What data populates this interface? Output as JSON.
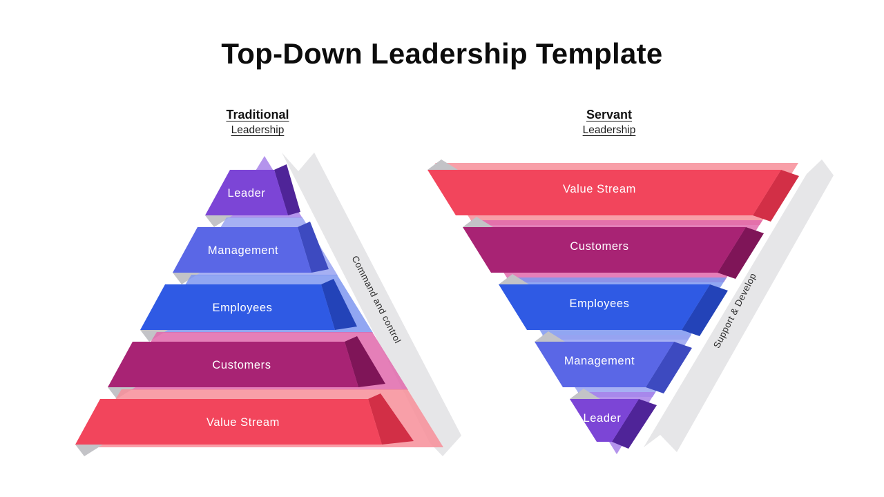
{
  "title": "Top-Down Leadership Template",
  "palette": {
    "background": "#ffffff",
    "title_color": "#0c0c0c",
    "heading_color": "#141414",
    "band_text_color": "#ffffff",
    "ribbon_fill": "#e6e6e8",
    "ribbon_text_color": "#2e2e2e",
    "fold_fill": "#c3c3c7"
  },
  "left_diagram": {
    "heading": "Traditional",
    "subheading": "Leadership",
    "ribbon_label": "Command and control",
    "levels": [
      {
        "label": "Leader",
        "color": "#7c45d6",
        "color_dark": "#4f2498",
        "color_light": "#a781e9"
      },
      {
        "label": "Management",
        "color": "#5a67e6",
        "color_dark": "#3d4ac0",
        "color_light": "#96a2f1"
      },
      {
        "label": "Employees",
        "color": "#2f5ae4",
        "color_dark": "#2343b8",
        "color_light": "#7e97f0"
      },
      {
        "label": "Customers",
        "color": "#a82374",
        "color_dark": "#7f1558",
        "color_light": "#e068ab"
      },
      {
        "label": "Value Stream",
        "color": "#f2455c",
        "color_dark": "#d22f46",
        "color_light": "#f78e99"
      }
    ]
  },
  "right_diagram": {
    "heading": "Servant",
    "subheading": "Leadership",
    "ribbon_label": "Support & Develop",
    "levels": [
      {
        "label": "Value Stream",
        "color": "#f2455c",
        "color_dark": "#d22f46",
        "color_light": "#f78e99"
      },
      {
        "label": "Customers",
        "color": "#a82374",
        "color_dark": "#7f1558",
        "color_light": "#e068ab"
      },
      {
        "label": "Employees",
        "color": "#2f5ae4",
        "color_dark": "#2343b8",
        "color_light": "#7e97f0"
      },
      {
        "label": "Management",
        "color": "#5a67e6",
        "color_dark": "#3d4ac0",
        "color_light": "#96a2f1"
      },
      {
        "label": "Leader",
        "color": "#7c45d6",
        "color_dark": "#4f2498",
        "color_light": "#a781e9"
      }
    ]
  }
}
